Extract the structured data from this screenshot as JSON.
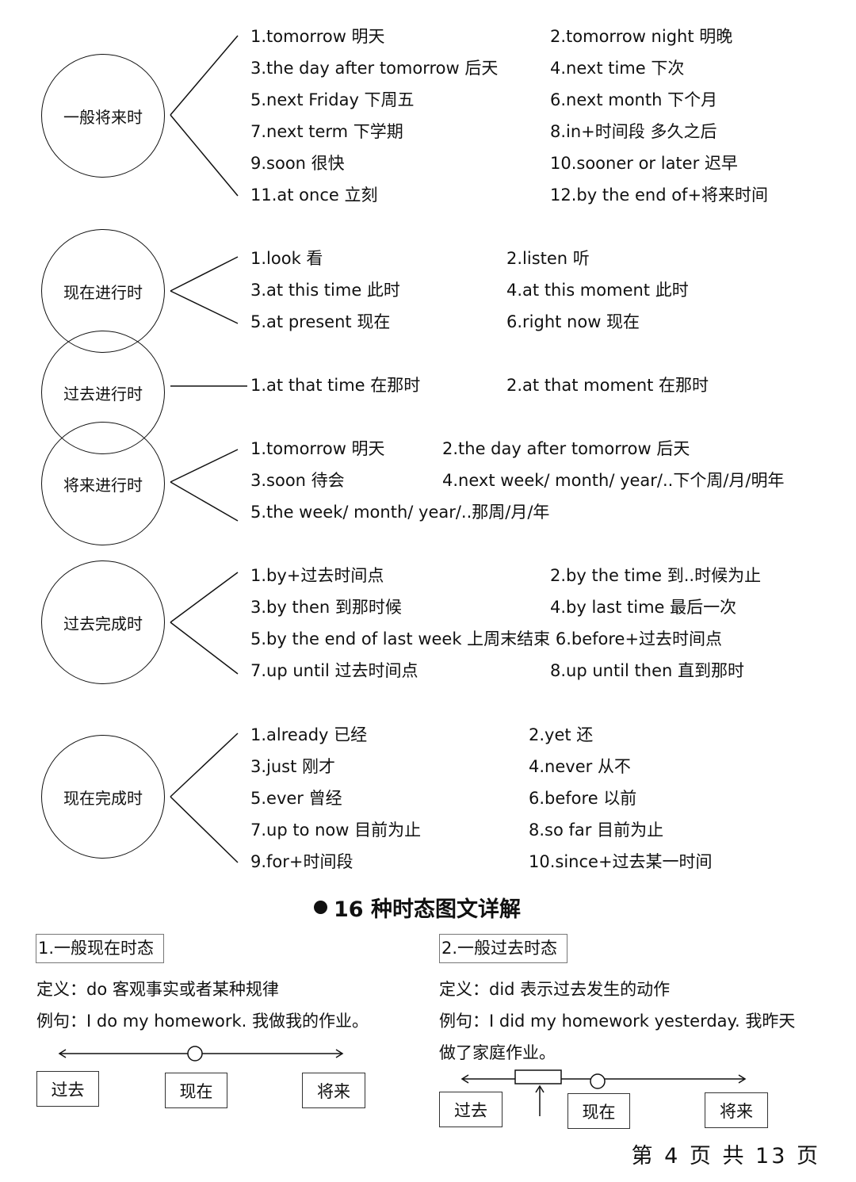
{
  "groups": [
    {
      "name": "一般将来时",
      "items": [
        "1.tomorrow 明天",
        "2.tomorrow night 明晚",
        "3.the day after tomorrow 后天",
        "4.next time 下次",
        "5.next Friday 下周五",
        "6.next month 下个月",
        "7.next term 下学期",
        "8.in+时间段  多久之后",
        "9.soon 很快",
        "10.sooner or later 迟早",
        "11.at once 立刻",
        "12.by the end of+将来时间"
      ]
    },
    {
      "name": "现在进行时",
      "items": [
        "1.look  看",
        "2.listen 听",
        "3.at this time 此时",
        "4.at this moment 此时",
        "5.at present 现在",
        "6.right now  现在"
      ]
    },
    {
      "name": "过去进行时",
      "items": [
        "1.at that time 在那时",
        "2.at that moment 在那时"
      ]
    },
    {
      "name": "将来进行时",
      "items": [
        "1.tomorrow 明天",
        "2.the day after tomorrow 后天",
        "3.soon 待会",
        "4.next week/ month/ year/..下个周/月/明年",
        "5.the week/ month/ year/..那周/月/年"
      ]
    },
    {
      "name": "过去完成时",
      "items": [
        "1.by+过去时间点",
        "2.by the time 到..时候为止",
        "3.by then 到那时候",
        "4.by last time 最后一次",
        "5.by the end of last week 上周末结束 6.before+过去时间点",
        "7.up until 过去时间点",
        "8.up until then 直到那时"
      ]
    },
    {
      "name": "现在完成时",
      "items": [
        "1.already 已经",
        "2.yet 还",
        "3.just 刚才",
        "4.never  从不",
        "5.ever 曾经",
        "6.before 以前",
        "7.up to now 目前为止",
        "8.so far  目前为止",
        "9.for+时间段",
        "10.since+过去某一时间"
      ]
    }
  ],
  "section_title": "16 种时态图文详解",
  "tense1": {
    "heading": "1.一般现在时态",
    "definition": "定义：do      客观事实或者某种规律",
    "example": "例句：I do my homework.  我做我的作业。",
    "timeline": {
      "past": "过去",
      "now": "现在",
      "future": "将来"
    }
  },
  "tense2": {
    "heading": "2.一般过去时态",
    "definition": "定义：did  表示过去发生的动作",
    "example_line1": "例句：I did my homework yesterday.  我昨天",
    "example_line2": "做了家庭作业。",
    "timeline": {
      "past": "过去",
      "now": "现在",
      "future": "将来"
    }
  },
  "footer": "第 4 页 共 13 页"
}
